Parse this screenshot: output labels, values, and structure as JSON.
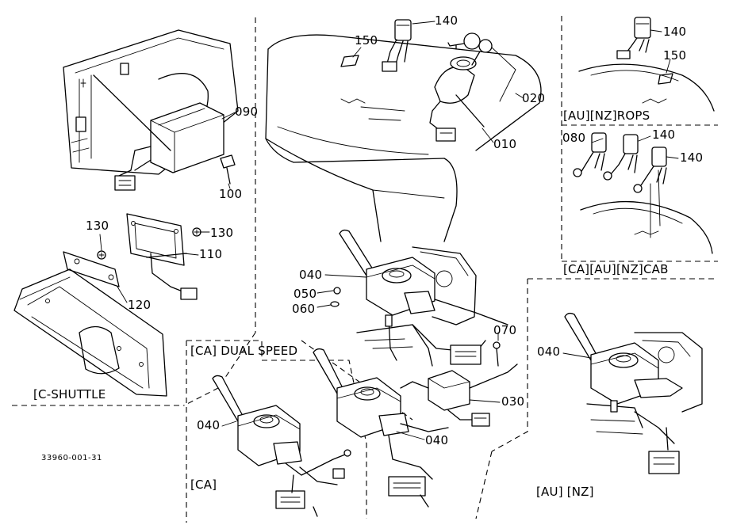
{
  "part_numbers": {
    "p010": "010",
    "p020": "020",
    "p030": "030",
    "p040_main": "040",
    "p040_dual_left": "040",
    "p040_dual_right": "040",
    "p040_aunz": "040",
    "p050": "050",
    "p060": "060",
    "p070": "070",
    "p080": "080",
    "p090": "090",
    "p100": "100",
    "p110": "110",
    "p120": "120",
    "p130_left": "130",
    "p130_right": "130",
    "p140_top": "140",
    "p140_rops": "140",
    "p140_cab_a": "140",
    "p140_cab_b": "140",
    "p150_top": "150",
    "p150_rops": "150"
  },
  "section_labels": {
    "aunz_rops": "[AU][NZ]ROPS",
    "ca_au_nz_cab": "[CA][AU][NZ]CAB",
    "ca_dual_speed": "[CA] DUAL  SPEED",
    "c_shuttle": "[C-SHUTTLE",
    "ca": "[CA]",
    "au_nz": "[AU] [NZ]"
  },
  "drawing_number": "33960-001-31"
}
